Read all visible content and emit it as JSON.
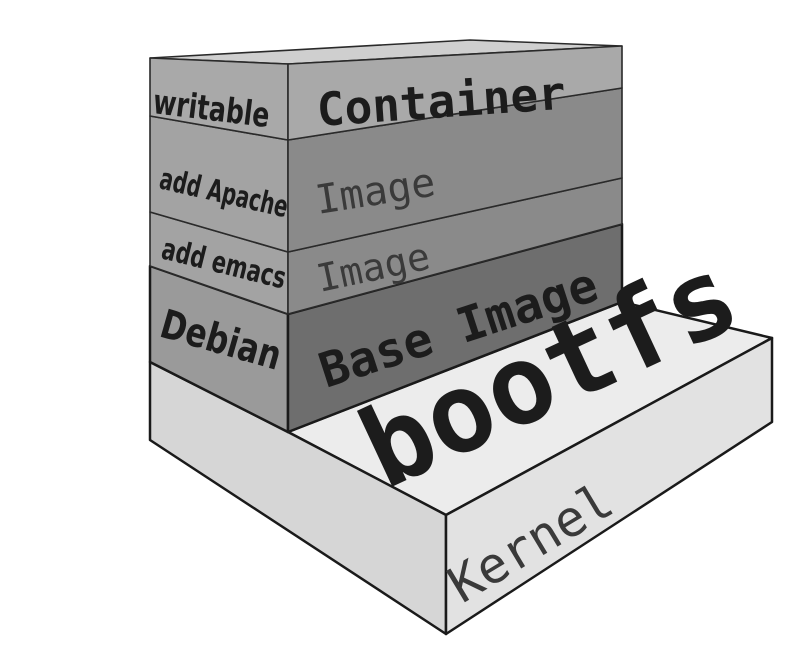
{
  "diagram": {
    "layers": [
      {
        "id": "container",
        "side_label": "writable",
        "front_label": "Container"
      },
      {
        "id": "apache",
        "side_label": "add Apache",
        "front_label": "Image"
      },
      {
        "id": "emacs",
        "side_label": "add emacs",
        "front_label": "Image"
      },
      {
        "id": "base",
        "side_label": "Debian",
        "front_label": "Base Image"
      },
      {
        "id": "bootfs",
        "top_label": "bootfs",
        "front_label": "Kernel"
      }
    ],
    "colors": {
      "container_face": "#a9a9a9",
      "container_top": "#cfcfcf",
      "image_face": "#8a8a8a",
      "image_side": "#a3a3a3",
      "base_face": "#6e6e6e",
      "base_side": "#9a9a9a",
      "slab_top": "#ececec",
      "slab_front": "#e2e2e2",
      "slab_side": "#d6d6d6"
    }
  }
}
